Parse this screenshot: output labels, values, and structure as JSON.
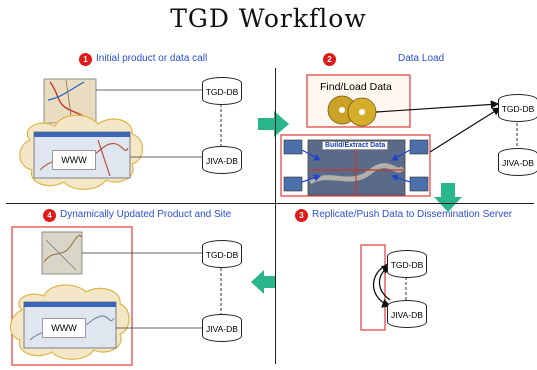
{
  "title": "TGD Workflow",
  "quadrants": [
    {
      "number": "1",
      "label": "Initial product or data call"
    },
    {
      "number": "2",
      "label": "Data Load"
    },
    {
      "number": "3",
      "label": "Replicate/Push Data to Dissemination Server"
    },
    {
      "number": "4",
      "label": "Dynamically Updated Product and Site"
    }
  ],
  "q1": {
    "db_top": "TGD-DB",
    "db_bottom": "JIVA-DB",
    "www": "WWW"
  },
  "q2": {
    "find_load": "Find/Load Data",
    "build_extract": "Build/Extract Data",
    "db_top": "TGD-DB",
    "db_bottom": "JIVA-DB"
  },
  "q3": {
    "db_top": "TGD-DB",
    "db_bottom": "JIVA-DB"
  },
  "q4": {
    "db_top": "TGD-DB",
    "db_bottom": "JIVA-DB",
    "www": "WWW"
  },
  "colors": {
    "label_blue": "#2b4fd8",
    "badge_red": "#e01919",
    "frame_red": "#e23a3a",
    "arrow_teal": "#2ab58a"
  }
}
